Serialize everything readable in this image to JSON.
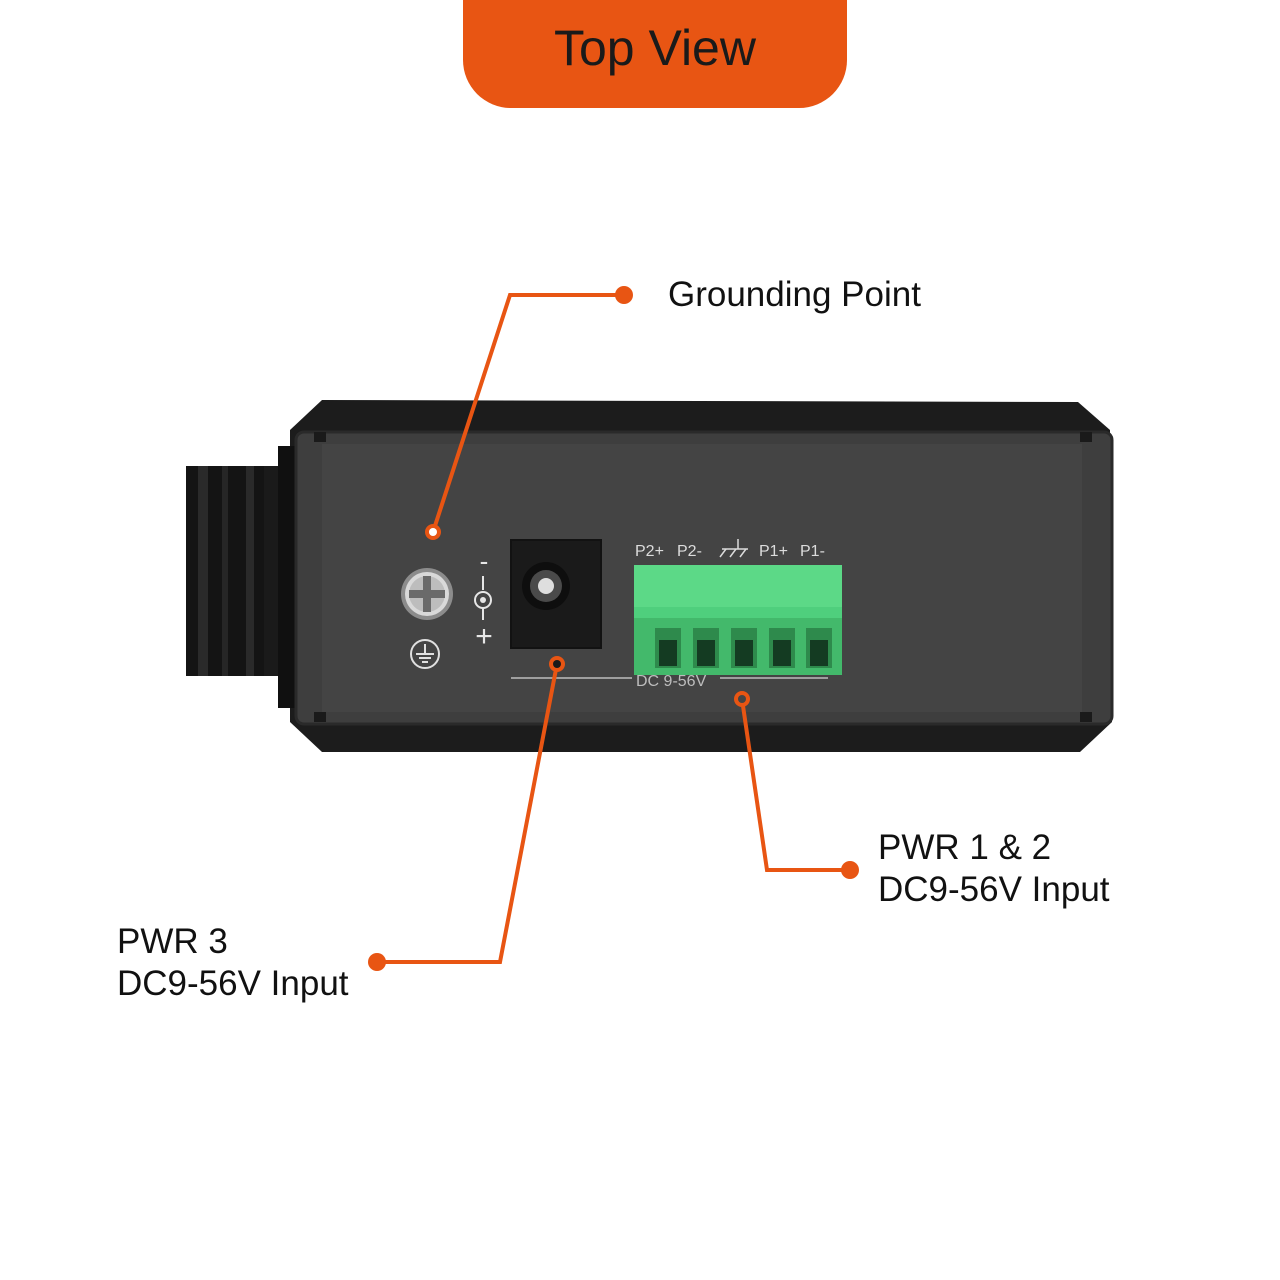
{
  "header": {
    "title": "Top View"
  },
  "callouts": {
    "grounding": {
      "label": "Grounding Point"
    },
    "pwr12": {
      "line1": "PWR 1 & 2",
      "line2": "DC9-56V Input"
    },
    "pwr3": {
      "line1": "PWR 3",
      "line2": "DC9-56V Input"
    }
  },
  "device": {
    "terminal_labels": [
      "P2+",
      "P2-",
      "",
      "P1+",
      "P1-"
    ],
    "jack_polarity_minus": "-",
    "jack_polarity_plus": "+",
    "voltage_marking": "DC 9-56V"
  },
  "icons": {
    "screw": "grounding-screw-icon",
    "ground_symbol": "earth-ground-icon",
    "frame_ground": "chassis-ground-icon",
    "dc_polarity": "dc-polarity-icon"
  },
  "colors": {
    "accent": "#e85513",
    "housing": "#3d3d3d",
    "housing_dark": "#1e1e1e",
    "terminal_green": "#4fcf7d"
  }
}
